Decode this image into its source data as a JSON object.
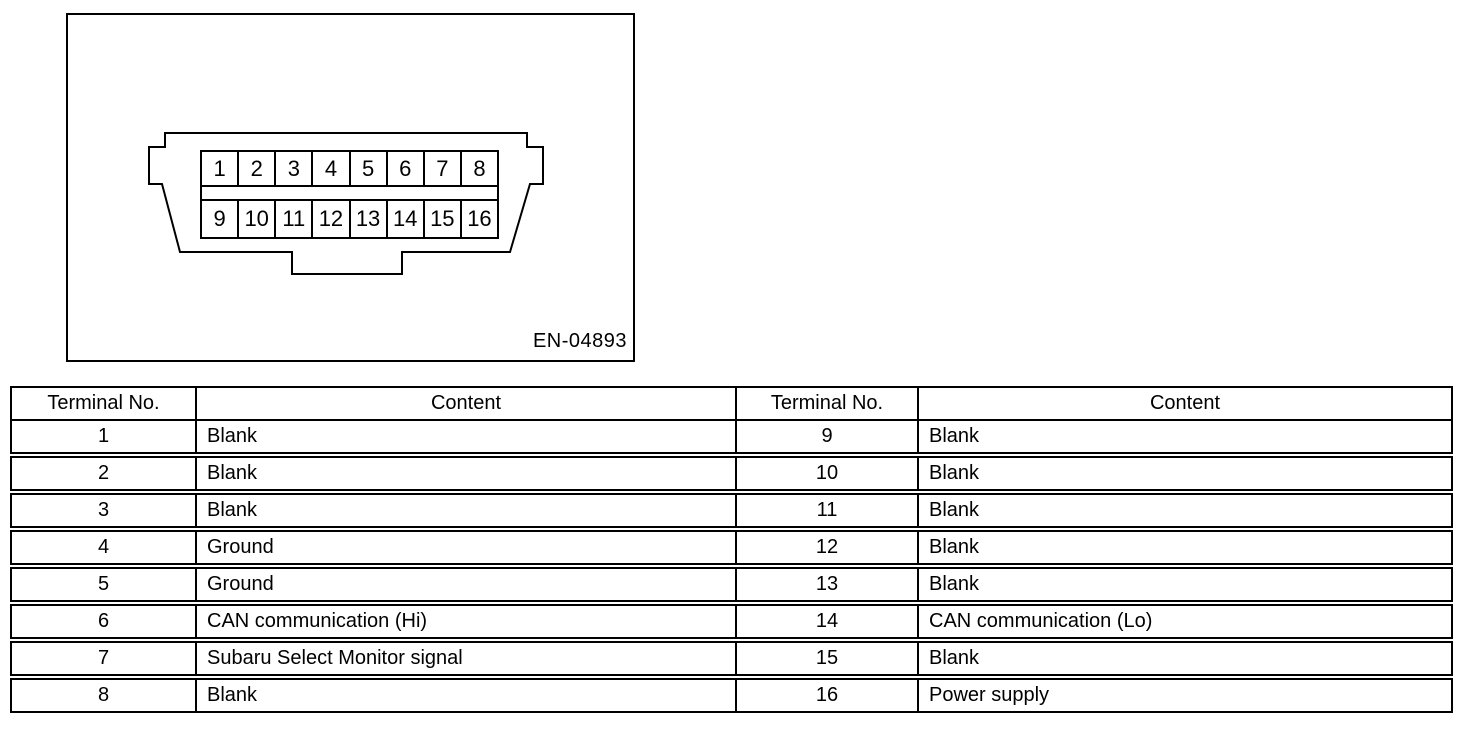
{
  "figure": {
    "label": "EN-04893",
    "connector": {
      "top_row_pins": [
        "1",
        "2",
        "3",
        "4",
        "5",
        "6",
        "7",
        "8"
      ],
      "bottom_row_pins": [
        "9",
        "10",
        "11",
        "12",
        "13",
        "14",
        "15",
        "16"
      ]
    }
  },
  "table": {
    "headers": {
      "terminal_left": "Terminal No.",
      "content_left": "Content",
      "terminal_right": "Terminal No.",
      "content_right": "Content"
    },
    "rows": [
      {
        "terminal_left": "1",
        "content_left": "Blank",
        "terminal_right": "9",
        "content_right": "Blank"
      },
      {
        "terminal_left": "2",
        "content_left": "Blank",
        "terminal_right": "10",
        "content_right": "Blank"
      },
      {
        "terminal_left": "3",
        "content_left": "Blank",
        "terminal_right": "11",
        "content_right": "Blank"
      },
      {
        "terminal_left": "4",
        "content_left": "Ground",
        "terminal_right": "12",
        "content_right": "Blank"
      },
      {
        "terminal_left": "5",
        "content_left": "Ground",
        "terminal_right": "13",
        "content_right": "Blank"
      },
      {
        "terminal_left": "6",
        "content_left": "CAN communication (Hi)",
        "terminal_right": "14",
        "content_right": "CAN communication (Lo)"
      },
      {
        "terminal_left": "7",
        "content_left": "Subaru Select Monitor signal",
        "terminal_right": "15",
        "content_right": "Blank"
      },
      {
        "terminal_left": "8",
        "content_left": "Blank",
        "terminal_right": "16",
        "content_right": "Power supply"
      }
    ]
  },
  "colors": {
    "line": "#000000",
    "background": "#ffffff"
  }
}
